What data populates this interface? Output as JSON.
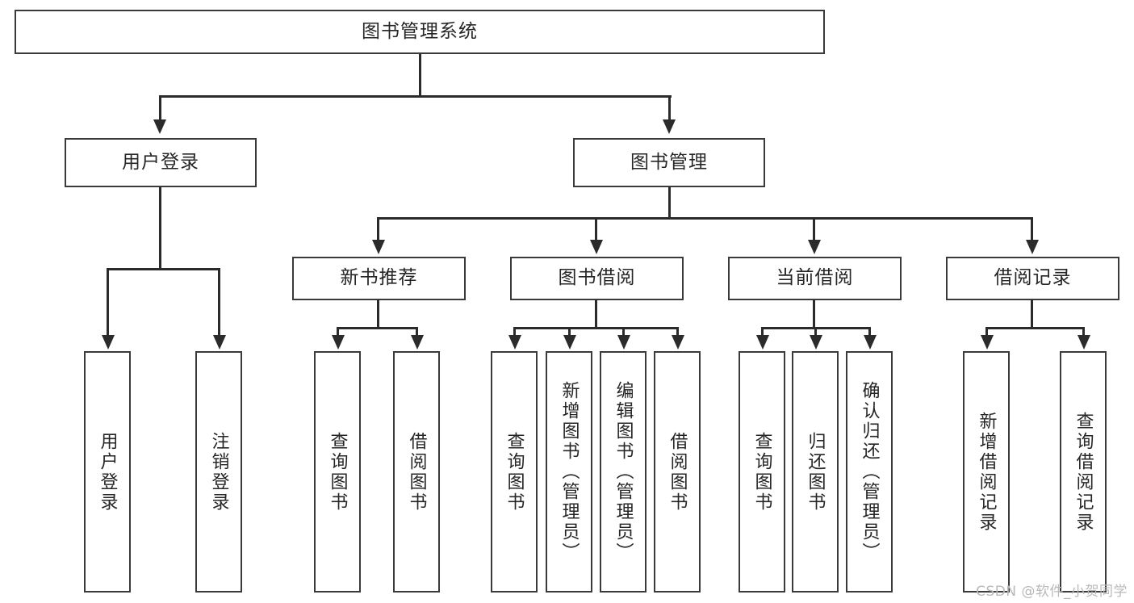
{
  "diagram": {
    "title": "图书管理系统",
    "watermark": "CSDN @软件_小贺同学",
    "root": {
      "label": "图书管理系统"
    },
    "level2": [
      {
        "label": "用户登录"
      },
      {
        "label": "图书管理"
      }
    ],
    "level3": [
      {
        "label": "新书推荐"
      },
      {
        "label": "图书借阅"
      },
      {
        "label": "当前借阅"
      },
      {
        "label": "借阅记录"
      }
    ],
    "leaves_user_login": [
      {
        "label": "用户登录"
      },
      {
        "label": "注销登录"
      }
    ],
    "leaves_new_book": [
      {
        "label": "查询图书"
      },
      {
        "label": "借阅图书"
      }
    ],
    "leaves_borrow": [
      {
        "label": "查询图书"
      },
      {
        "label": "新增图书（管理员）"
      },
      {
        "label": "编辑图书（管理员）"
      },
      {
        "label": "借阅图书"
      }
    ],
    "leaves_current": [
      {
        "label": "查询图书"
      },
      {
        "label": "归还图书"
      },
      {
        "label": "确认归还（管理员）"
      }
    ],
    "leaves_record": [
      {
        "label": "新增借阅记录"
      },
      {
        "label": "查询借阅记录"
      }
    ],
    "colors": {
      "box_border": "#3a3a3a",
      "connector": "#2b2b2b",
      "text": "#262626",
      "background": "#ffffff",
      "watermark": "#b9b9b9"
    }
  }
}
